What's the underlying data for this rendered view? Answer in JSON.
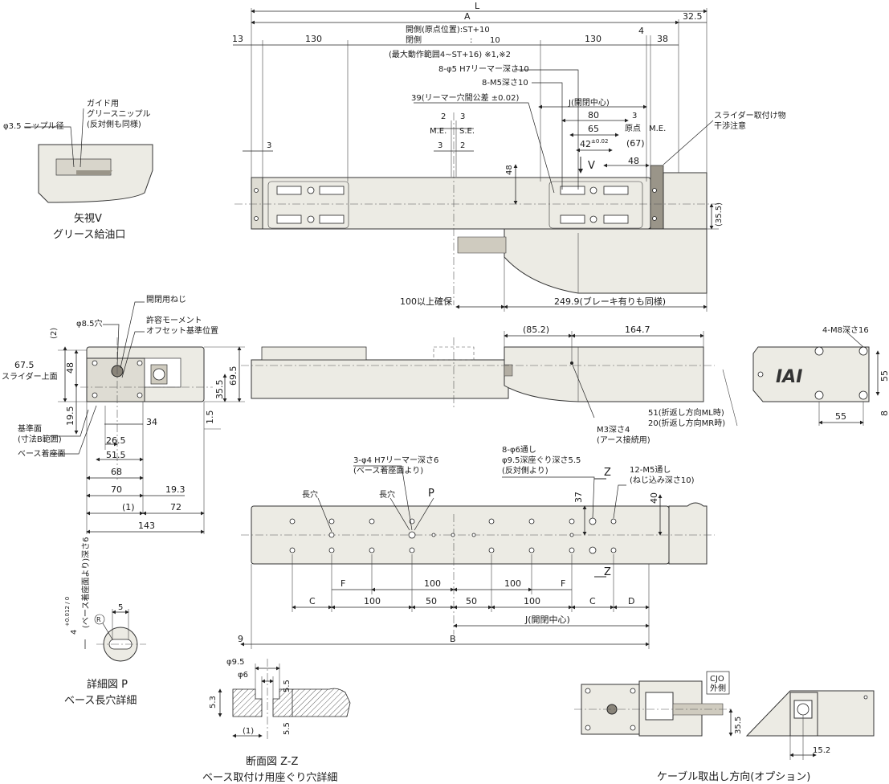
{
  "top_view": {
    "dims": {
      "L": "L",
      "A": "A",
      "d32_5": "32.5",
      "d13": "13",
      "d130_left": "130",
      "d130_right": "130",
      "d4": "4",
      "d38": "38",
      "open_side_origin": "開側(原点位置):ST+10",
      "close_side": "閉側",
      "close_colon": ":",
      "close_val": "10",
      "max_range": "(最大動作範囲4~ST+16) ※1,※2",
      "reamer": "8-φ5 H7リーマー深さ10",
      "m5": "8-M5深さ10",
      "reamer_tol": "39(リーマー穴間公差 ±0.02)",
      "j_center": "J(開閉中心)",
      "d2": "2",
      "d3a": "3",
      "me_left": "M.E.",
      "se": "S.E.",
      "d3b": "3",
      "d2b": "2",
      "d80": "80",
      "d3c": "3",
      "d65": "65",
      "origin_label": "原点",
      "me_right": "M.E.",
      "d42": "42",
      "d42_tol": "±0.02",
      "d67": "(67)",
      "d3_left": "3",
      "d48_v": "48",
      "d48_h": "48",
      "v_label": "V",
      "d35_5": "(35.5)",
      "d100": "100以上確保",
      "d249_9": "249.9(ブレーキ有りも同様)",
      "slider_note1": "スライダー取付け物",
      "slider_note2": "干渉注意"
    }
  },
  "view_v": {
    "phi": "φ3.5 ニップル径",
    "guide1": "ガイド用",
    "guide2": "グリースニップル",
    "guide3": "(反対側も同様)",
    "title1": "矢視V",
    "title2": "グリース給油口"
  },
  "end_view": {
    "hole": "φ8.5穴",
    "screw": "開閉用ねじ",
    "moment1": "許容モーメント",
    "moment2": "オフセット基準位置",
    "d2": "(2)",
    "d67_5": "67.5",
    "slider_top": "スライダー上面",
    "d48": "48",
    "d69_5": "69.5",
    "d35_5": "35.5",
    "d1_5": "1.5",
    "d19_5": "19.5",
    "ref1": "基準面",
    "ref2": "(寸法B範囲)",
    "base": "ベース着座面",
    "d34": "34",
    "d26_5": "26.5",
    "d51_5": "51.5",
    "d68": "68",
    "d70": "70",
    "d19_3": "19.3",
    "d1": "(1)",
    "d72": "72",
    "d143": "143"
  },
  "side_view": {
    "d85_2": "(85.2)",
    "d164_7": "164.7",
    "m3": "M3深さ4",
    "earth": "(アース接続用)",
    "d51": "51(折返し方向ML時)",
    "d20": "20(折返し方向MR時)"
  },
  "motor_end": {
    "m8": "4-M8深さ16",
    "d55_h": "55",
    "d55_v": "55",
    "d8": "8",
    "logo": "IAI"
  },
  "bottom_view": {
    "reamer1": "3-φ4 H7リーマー深さ6",
    "reamer2": "(ベース着座面より)",
    "thru1": "8-φ6通し",
    "thru2": "φ9.5深座ぐり深さ5.5",
    "thru3": "(反対側より)",
    "m5_1": "12-M5通し",
    "m5_2": "(ねじ込み深さ10)",
    "slot_left": "長穴",
    "slot_mid": "長穴",
    "p_label": "P",
    "z_top": "Z",
    "z_bottom": "Z",
    "d37": "37",
    "d40": "40",
    "F_left": "F",
    "d100_top_l": "100",
    "d100_top_r": "100",
    "F_right": "F",
    "C_left": "C",
    "d100_bot_l": "100",
    "d50_l": "50",
    "d50_r": "50",
    "d100_bot_r": "100",
    "C_right": "C",
    "D": "D",
    "J": "J(開閉中心)",
    "d9": "9",
    "B": "B"
  },
  "detail_p": {
    "dim_v": "4",
    "dim_tol": "+0.012 / 0",
    "depth": "(ベース着座面より)深さ6",
    "d5": "5",
    "r": "R",
    "title1": "詳細図 P",
    "title2": "ベース長穴詳細"
  },
  "section_zz": {
    "phi9_5": "φ9.5",
    "phi6": "φ6",
    "d5_3": "5.3",
    "d5_5a": "5.5",
    "d5_5b": "5.5",
    "d1": "(1)",
    "title1": "断面図 Z-Z",
    "title2": "ベース取付け用座ぐり穴詳細"
  },
  "cable": {
    "cjo1": "CJO",
    "cjo2": "外側",
    "d35_5": "35.5",
    "d15_2": "15.2",
    "title": "ケーブル取出し方向(オプション)"
  }
}
